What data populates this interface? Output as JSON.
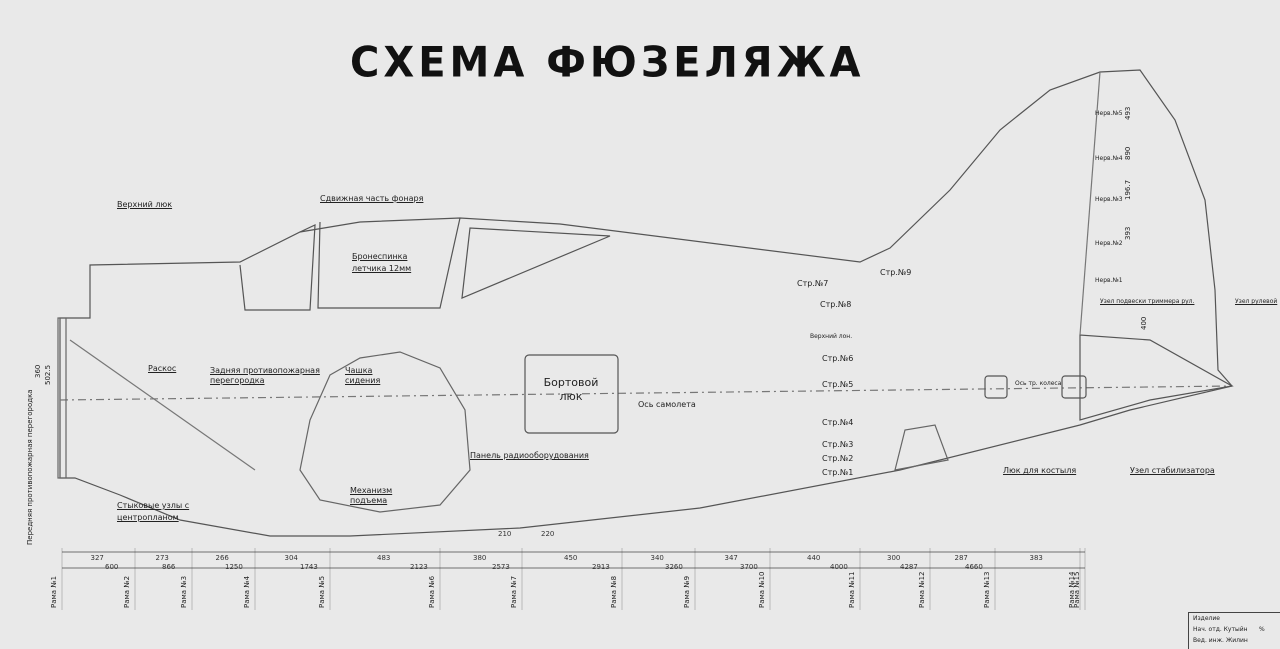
{
  "title": "СХЕМА ФЮЗЕЛЯЖА",
  "labels": {
    "upper_hatch": "Верхний люк",
    "sliding_canopy": "Сдвижная часть фонаря",
    "armor_plate": "Бронеспинка летчика 12мм",
    "brace": "Раскос",
    "firewall_rear": "Задняя противопожарная перегородка",
    "seat_pan": "Чашка сидения",
    "side_hatch": "Бортовой люк",
    "aircraft_axis": "Ось самолета",
    "radio_panel": "Панель радиооборудования",
    "lift_mechanism": "Механизм подъема",
    "joint_nodes": "Стыковые узлы с центропланом",
    "tailskid_hatch": "Люк для костыля",
    "stabilizer_node": "Узел стабилизатора",
    "trimmer_node": "Узел подвески триммера рул.",
    "rudder_node": "Узел рулевой",
    "front_firewall": "Передняя противопожарная перегородка",
    "upper_spar": "Верхний лон.",
    "tail_gear": "Ось тр. колеса"
  },
  "stringers": [
    "Стр.№7",
    "Стр.№8",
    "Стр.№9",
    "Стр.№6",
    "Стр.№5",
    "Стр.№4",
    "Стр.№3",
    "Стр.№2",
    "Стр.№1"
  ],
  "nervures": [
    "Нерв.№5",
    "Нерв.№4",
    "Нерв.№3",
    "Нерв.№2",
    "Нерв.№1"
  ],
  "frame_spacing": [
    "327",
    "273",
    "266",
    "304",
    "483",
    "380",
    "450",
    "340",
    "347",
    "440",
    "300",
    "287",
    "383"
  ],
  "frame_cumulative": [
    "600",
    "866",
    "1250",
    "1743",
    "2123",
    "2573",
    "2913",
    "3260",
    "3700",
    "4000",
    "4287",
    "4660"
  ],
  "frames": [
    "Рама №1",
    "Рама №2",
    "Рама №3",
    "Рама №4",
    "Рама №5",
    "Рама №6",
    "Рама №7",
    "Рама №8",
    "Рама №9",
    "Рама №10",
    "Рама №11",
    "Рама №12",
    "Рама №13",
    "Рама №14",
    "Рама №15"
  ],
  "hatch_dims": [
    "210",
    "220"
  ],
  "front_dims": [
    "360",
    "502.5"
  ],
  "fin_dims": [
    "493",
    "890",
    "196.7",
    "393",
    "400"
  ],
  "title_block": {
    "row1": "Изделие",
    "row2": "Нач. отд. Кутыйн",
    "row3": "Вед. инж. Жилин",
    "sheet": "%"
  }
}
